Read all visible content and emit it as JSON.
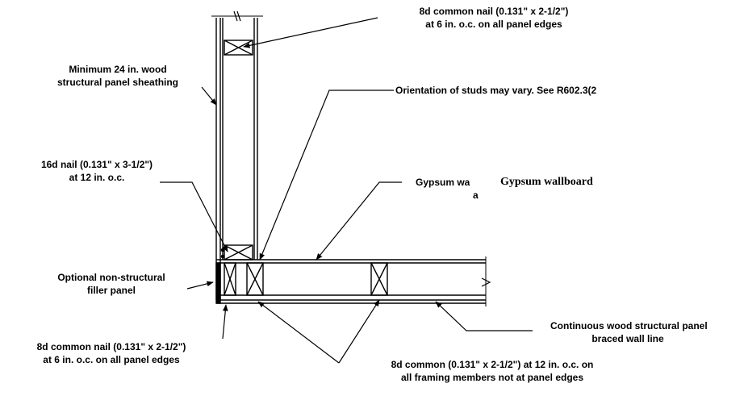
{
  "labels": {
    "top_nail": [
      "8d common nail (0.131\" x 2-1/2\")",
      "at 6 in. o.c. on all panel edges"
    ],
    "sheathing": [
      "Minimum 24 in. wood",
      "structural panel sheathing"
    ],
    "studs": [
      "Orientation of studs may vary. See R602.3(2"
    ],
    "nail_16d": [
      "16d nail (0.131\" x 3-1/2\")",
      "at 12 in. o.c."
    ],
    "gypsum_partial": [
      "Gypsum wa",
      "a"
    ],
    "gypsum_overlay": "Gypsum wallboard",
    "filler": [
      "Optional non-structural",
      "filler panel"
    ],
    "bottom_nail": [
      "8d common nail (0.131\" x 2-1/2\")",
      "at 6 in. o.c. on all panel edges"
    ],
    "continuous": [
      "Continuous wood structural panel",
      "braced wall line"
    ],
    "field_nail": [
      "8d common (0.131\" x 2-1/2\") at 12 in. o.c. on",
      "all framing members not at panel edges"
    ]
  }
}
